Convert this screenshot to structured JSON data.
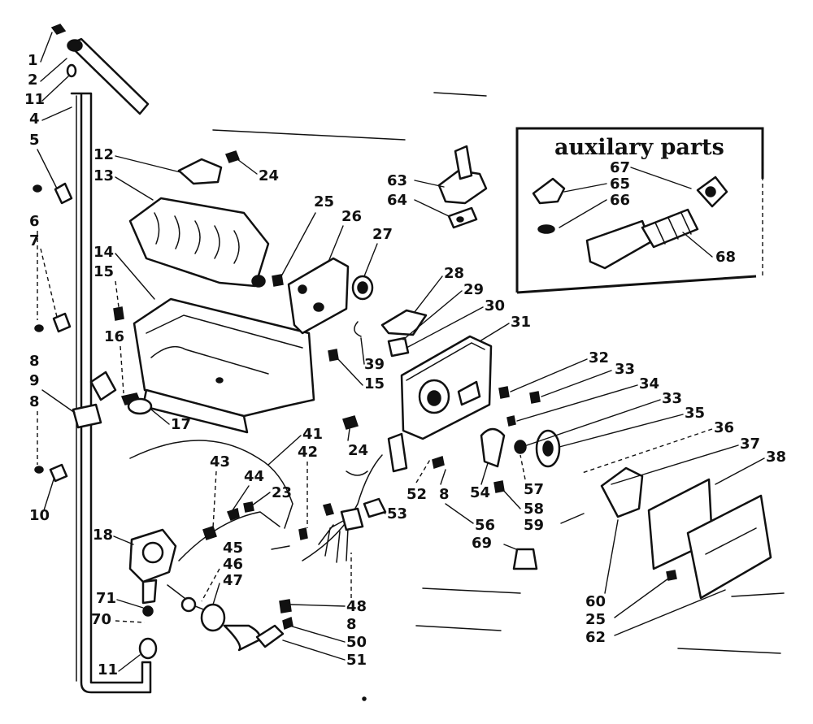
{
  "diagram": {
    "aux_title": "auxilary parts",
    "labels": {
      "l1": "1",
      "l2": "2",
      "l11a": "11",
      "l4": "4",
      "l5": "5",
      "l6": "6",
      "l7": "7",
      "l8a": "8",
      "l9": "9",
      "l8b": "8",
      "l10": "10",
      "l12": "12",
      "l13": "13",
      "l24a": "24",
      "l14": "14",
      "l15a": "15",
      "l16": "16",
      "l17": "17",
      "l25a": "25",
      "l26": "26",
      "l27": "27",
      "l63": "63",
      "l64": "64",
      "l28": "28",
      "l29": "29",
      "l30": "30",
      "l31": "31",
      "l39": "39",
      "l15b": "15",
      "l67": "67",
      "l65": "65",
      "l66": "66",
      "l68": "68",
      "l32": "32",
      "l33a": "33",
      "l34": "34",
      "l33b": "33",
      "l35": "35",
      "l36": "36",
      "l37": "37",
      "l38": "38",
      "l41": "41",
      "l42": "42",
      "l24b": "24",
      "l43": "43",
      "l44": "44",
      "l23": "23",
      "l45": "45",
      "l46": "46",
      "l47": "47",
      "l18": "18",
      "l52": "52",
      "l53": "53",
      "l54": "54",
      "l8c": "8",
      "l56": "56",
      "l69": "69",
      "l57": "57",
      "l58": "58",
      "l59": "59",
      "l71": "71",
      "l70": "70",
      "l11b": "11",
      "l48": "48",
      "l8d": "8",
      "l50": "50",
      "l51": "51",
      "l60": "60",
      "l25b": "25",
      "l62": "62"
    }
  }
}
